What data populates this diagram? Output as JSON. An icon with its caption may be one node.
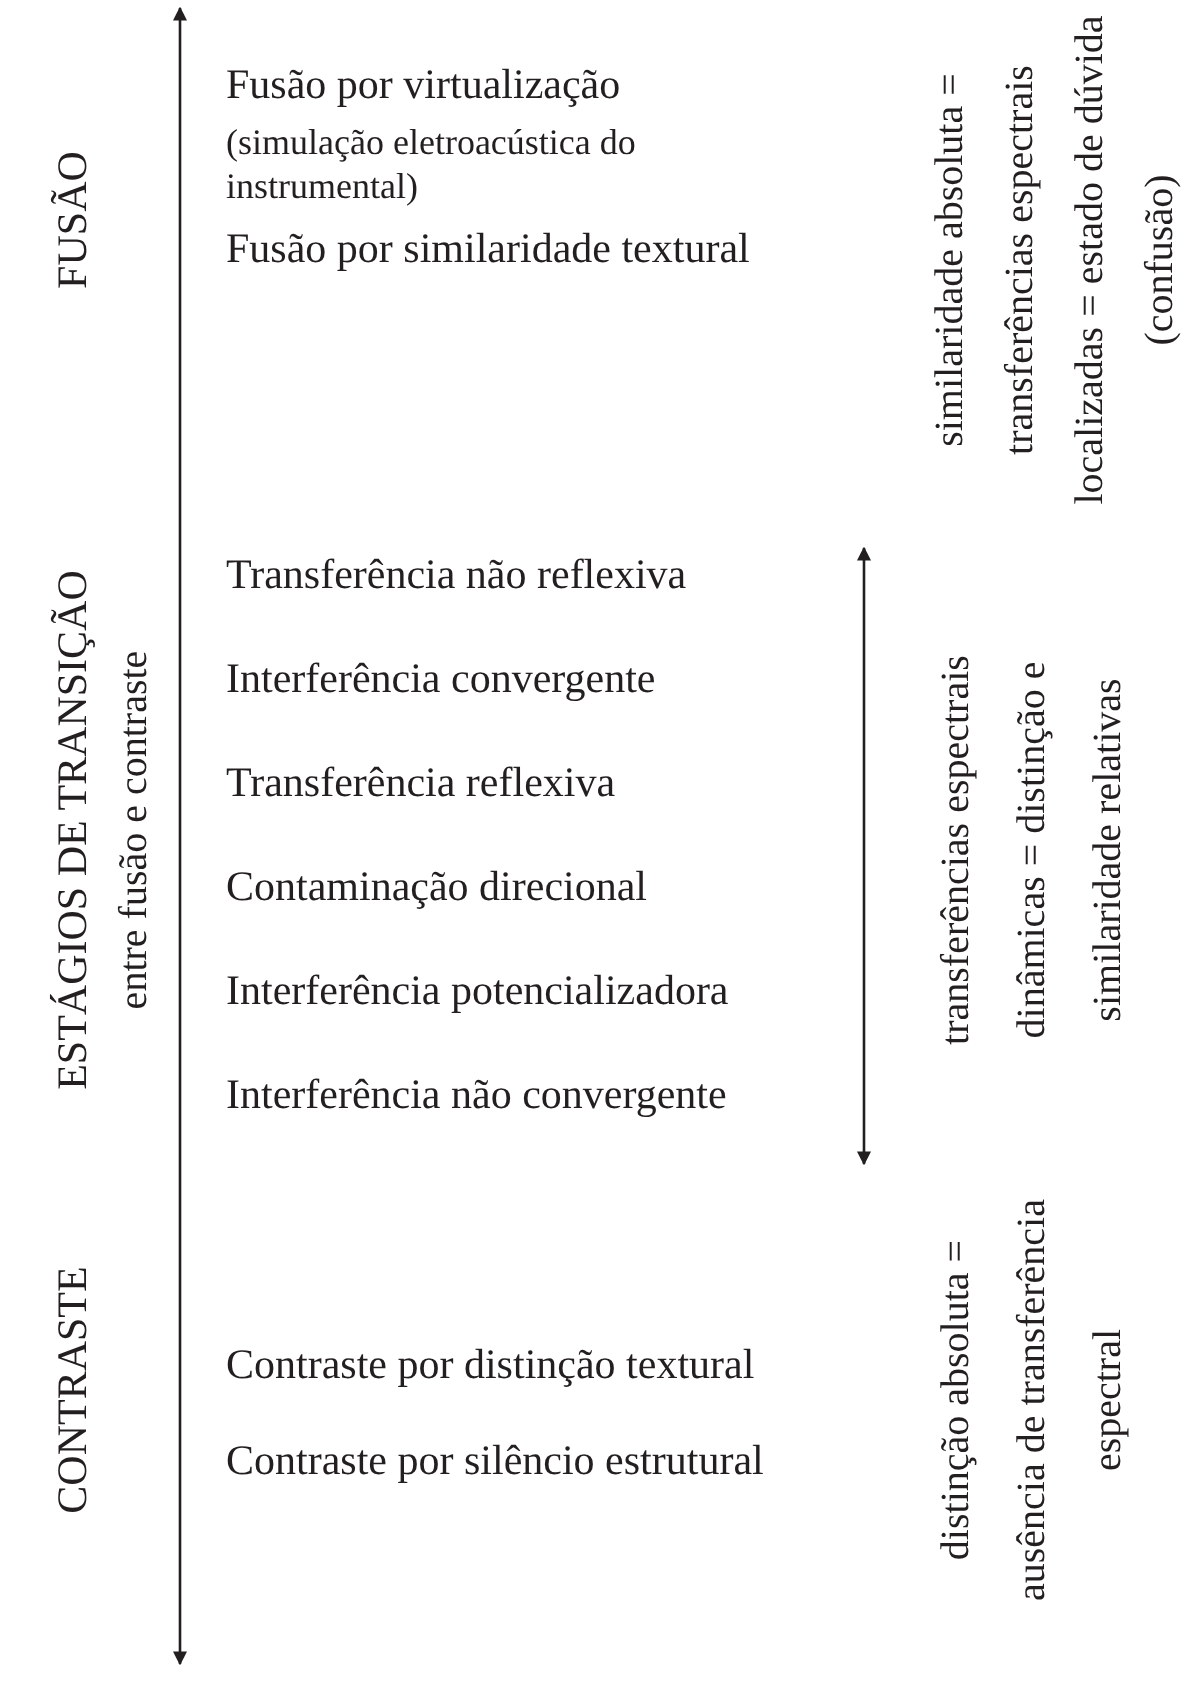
{
  "diagram": {
    "labels": [
      "FUSÃO",
      "ESTÁGIOS DE TRANSIÇÃO",
      "entre fusão e contraste",
      "CONTRASTE",
      "Fusão por virtualização",
      "(simulação eletroacústica do instrumental)",
      "Fusão por similaridade textural",
      "Transferência não reflexiva",
      "Interferência convergente",
      "Transferência reflexiva",
      "Contaminação direcional",
      "Interferência potencializadora",
      "Interferência não convergente",
      "Contraste por distinção textural",
      "Contraste por silêncio estrutural",
      "similaridade absoluta = transferências espectrais localizadas = estado de dúvida (confusão)",
      "transferências espectrais dinâmicas = distinção e similaridade relativas",
      "distinção absoluta = ausência de transferência espectral"
    ]
  }
}
